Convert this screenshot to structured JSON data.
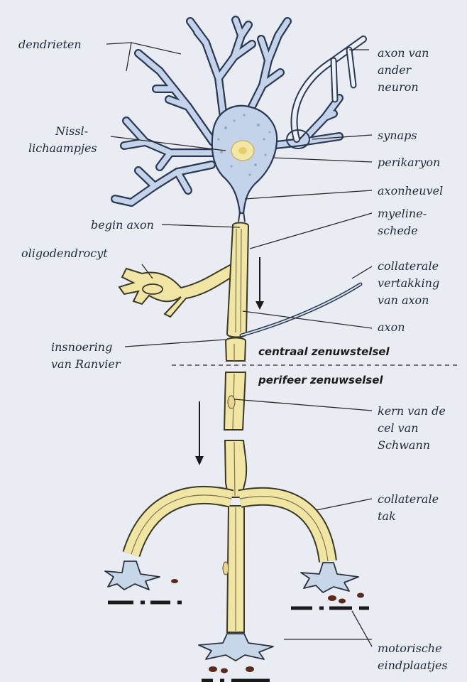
{
  "labels": {
    "dendrieten": "dendrieten",
    "axon_ander_1": "axon van",
    "axon_ander_2": "ander",
    "axon_ander_3": "neuron",
    "nissl_1": "Nissl-",
    "nissl_2": "lichaampjes",
    "synaps": "synaps",
    "perikaryon": "perikaryon",
    "axonheuvel": "axonheuvel",
    "begin_axon": "begin axon",
    "myeline_1": "myeline-",
    "myeline_2": "schede",
    "oligodendrocyt": "oligodendrocyt",
    "collateraal_1": "collaterale",
    "collateraal_2": "vertakking",
    "collateraal_3": "van axon",
    "axon": "axon",
    "insnoering_1": "insnoering",
    "insnoering_2": "van Ranvier",
    "centraal": "centraal zenuwstelsel",
    "perifeer": "perifeer zenuwselsel",
    "kern_1": "kern van de",
    "kern_2": "cel van",
    "kern_3": "Schwann",
    "tak_1": "collaterale",
    "tak_2": "tak",
    "motorisch_1": "motorische",
    "motorisch_2": "eindplaatjes"
  },
  "colors": {
    "background": "#e9ecf3",
    "cell_body": "#c4d3ea",
    "myelin": "#f1e5a3",
    "outline": "#2a3a55"
  }
}
